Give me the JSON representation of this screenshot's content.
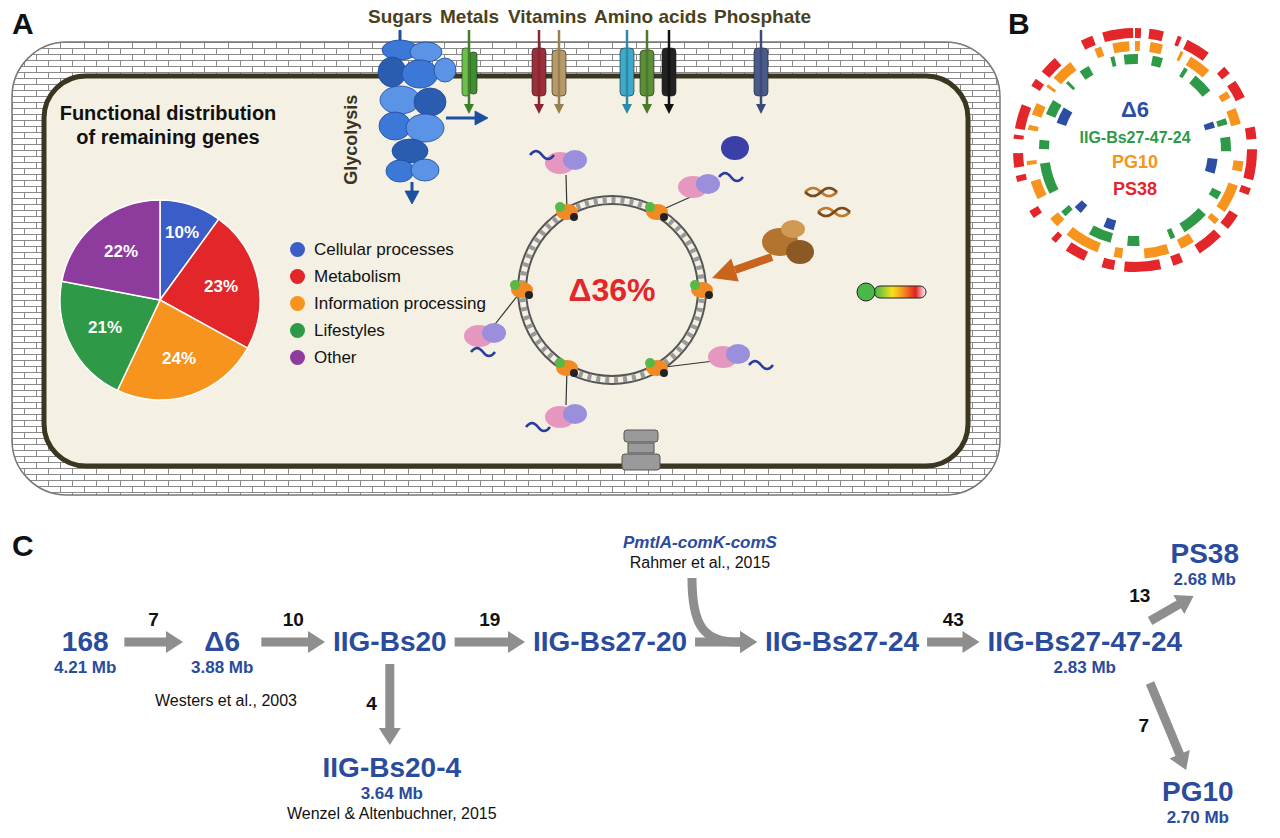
{
  "diagram": {
    "nodes": [
      {
        "text": [
          "168",
          "4.21 Mb"
        ]
      },
      {
        "text": [
          "Δ6",
          "3.88 Mb"
        ]
      },
      {
        "text": [
          "IIG-Bs20"
        ]
      },
      {
        "text": [
          "IIG-Bs20-4",
          "3.64 Mb",
          "Wenzel & Altenbuchner, 2015"
        ]
      },
      {
        "text": [
          "IIG-Bs27-20"
        ]
      },
      {
        "text": [
          "PmtlA-comK-comS",
          "Rahmer et al., 2015"
        ]
      },
      {
        "text": [
          "IIG-Bs27-24"
        ]
      },
      {
        "text": [
          "IIG-Bs27-47-24",
          "2.83 Mb"
        ]
      },
      {
        "text": [
          "PS38",
          "2.68 Mb"
        ]
      },
      {
        "text": [
          "PG10",
          "2.70 Mb"
        ]
      }
    ],
    "edges": [
      {
        "from": 0,
        "to": 1,
        "arrow": "to",
        "label": "7"
      },
      {
        "from": 1,
        "to": 2,
        "arrow": "to",
        "label": "10"
      },
      {
        "from": 2,
        "to": 3,
        "arrow": "to",
        "label": "4"
      },
      {
        "from": 2,
        "to": 4,
        "arrow": "to",
        "label": "19"
      },
      {
        "from": 4,
        "to": 6,
        "arrow": "to"
      },
      {
        "from": 5,
        "to": 6,
        "arrow": "to"
      },
      {
        "from": 6,
        "to": 7,
        "arrow": "to",
        "label": "43"
      },
      {
        "from": 7,
        "to": 8,
        "arrow": "to",
        "label": "13"
      },
      {
        "from": 7,
        "to": 9,
        "arrow": "to",
        "label": "7"
      }
    ],
    "labels": [
      "A",
      "Sugars",
      "Metals",
      "Vitamins",
      "Amino acids",
      "Phosphate",
      "Glycolysis",
      "Functional distribution of remaining genes",
      "10%",
      "23%",
      "24%",
      "21%",
      "22%",
      "Δ36%",
      "B",
      "Δ6",
      "IIG-Bs27-47-24",
      "PG10",
      "PS38",
      "C",
      "Westers et al., 2003"
    ],
    "legend": [
      {
        "text": "Cellular processes",
        "color": "#3a5dc8"
      },
      {
        "text": "Metabolism",
        "color": "#e3262a"
      },
      {
        "text": "Information processing",
        "color": "#f7941d"
      },
      {
        "text": "Lifestyles",
        "color": "#2e9a48"
      },
      {
        "text": "Other",
        "color": "#8e3b9e"
      }
    ]
  }
}
